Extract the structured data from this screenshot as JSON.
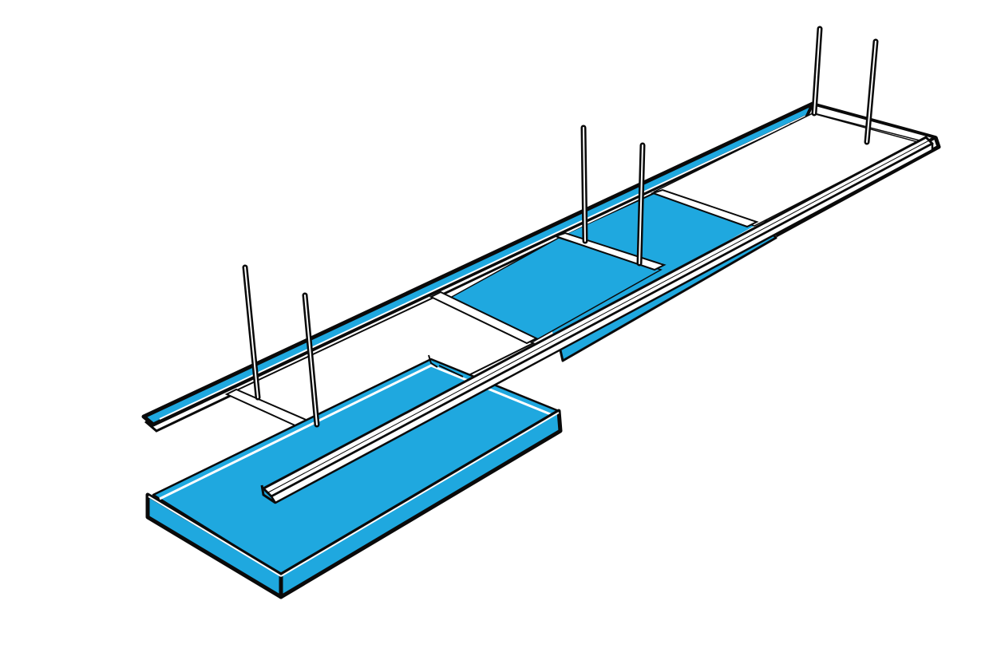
{
  "colors": {
    "panel_blue": "#1fa8df",
    "ink": "#0a0a0a",
    "background": "#ffffff",
    "white_panel": "#ffffff"
  },
  "components": {
    "main_rail_icon": "ceiling-grid-rail-icon",
    "hanger_rod_icon": "suspension-rod-icon",
    "tile_icon": "ceiling-tile-icon",
    "tray_icon": "lowered-tile-tray-icon"
  },
  "counts": {
    "hanger_rods": 6,
    "blue_panels_in_grid": 3,
    "white_panels_in_grid": 2,
    "lowered_trays": 1
  }
}
